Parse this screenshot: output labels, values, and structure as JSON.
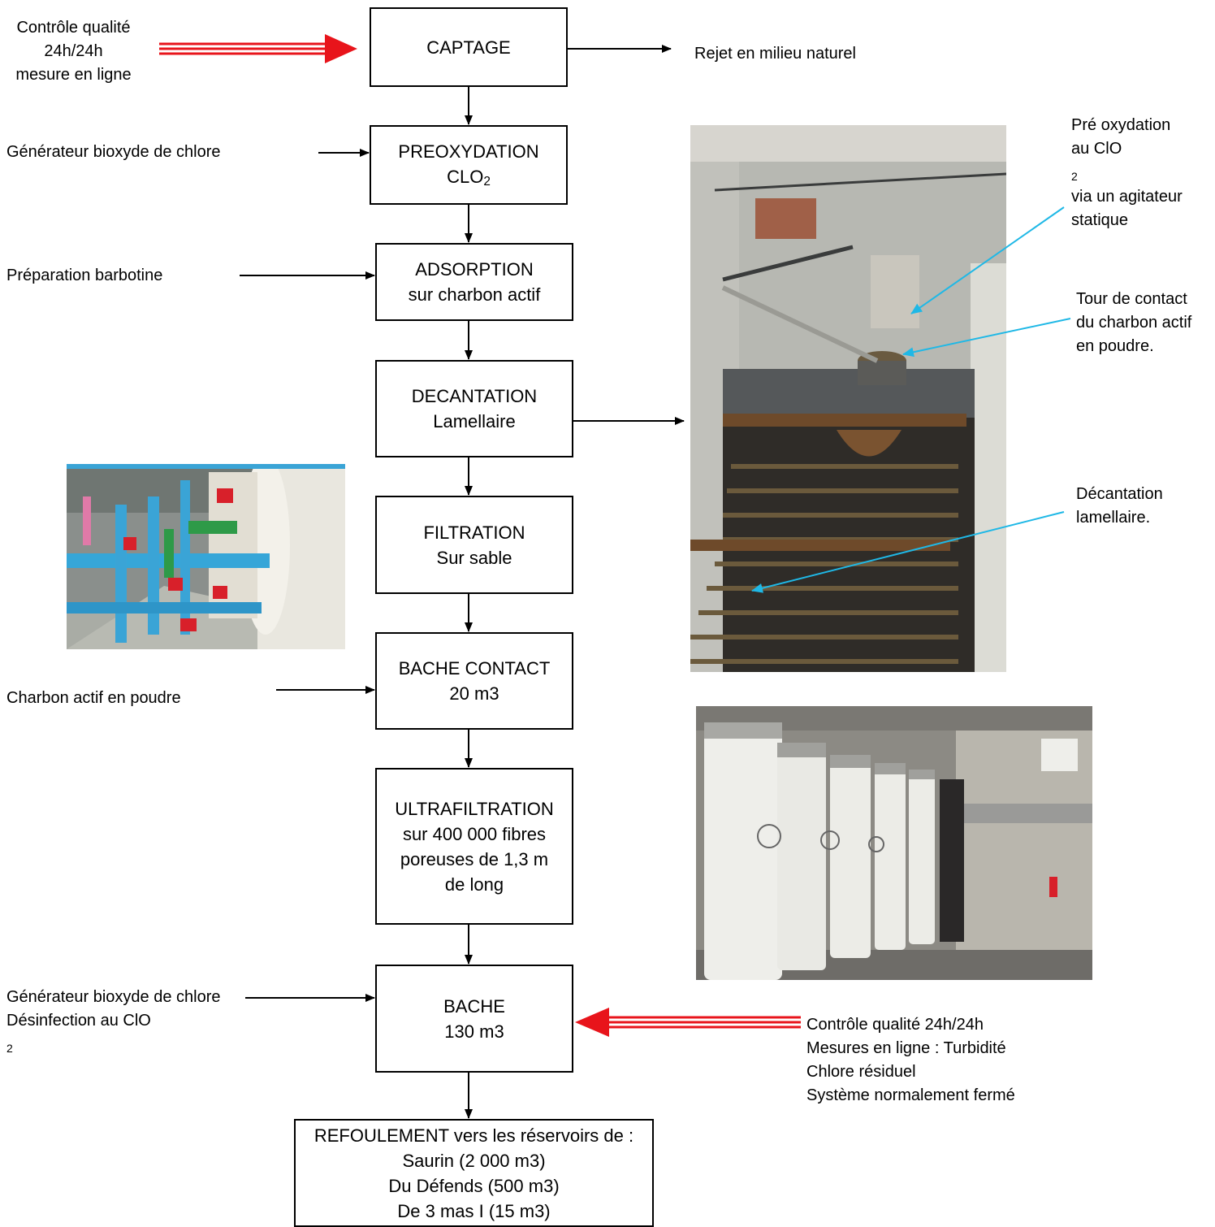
{
  "flow_boxes": {
    "captage": {
      "lines": [
        "CAPTAGE"
      ]
    },
    "preoxydation": {
      "line1": "PREOXYDATION",
      "chem": "CLO",
      "sub": "2"
    },
    "adsorption": {
      "lines": [
        "ADSORPTION",
        "sur charbon actif"
      ]
    },
    "decantation": {
      "lines": [
        "DECANTATION",
        "Lamellaire"
      ]
    },
    "filtration": {
      "lines": [
        "FILTRATION",
        "Sur sable"
      ]
    },
    "bache_contact": {
      "lines": [
        "BACHE CONTACT",
        "20 m3"
      ]
    },
    "ultrafiltration": {
      "lines": [
        "ULTRAFILTRATION",
        "sur 400 000 fibres",
        "poreuses de 1,3 m",
        "de long"
      ]
    },
    "bache": {
      "lines": [
        "BACHE",
        "130 m3"
      ]
    },
    "refoulement": {
      "lines": [
        "REFOULEMENT vers les réservoirs de :",
        "Saurin (2 000 m3)",
        "Du Défends (500 m3)",
        "De 3 mas I (15 m3)"
      ]
    }
  },
  "side_labels": {
    "controle_top": [
      "Contrôle qualité",
      "24h/24h",
      "mesure en ligne"
    ],
    "rejet": "Rejet en milieu naturel",
    "generateur_1": "Générateur bioxyde de chlore",
    "preparation": "Préparation barbotine",
    "charbon": "Charbon actif en poudre",
    "generateur_2": "Générateur bioxyde de chlore",
    "desinfection": {
      "text": "Désinfection au ClO",
      "sub": "2"
    },
    "controle_bottom": [
      "Contrôle qualité 24h/24h",
      "Mesures en ligne : Turbidité",
      "Chlore résiduel",
      "Système normalement fermé"
    ]
  },
  "annotations": {
    "pre_oxydation": {
      "l1": "Pré oxydation",
      "l2": "au ClO",
      "l2_sub": "2",
      "l3": "via un agitateur",
      "l4": "statique"
    },
    "tour_contact": [
      "Tour de contact",
      "du charbon actif",
      "en poudre."
    ],
    "decantation_lamellaire": [
      "Décantation",
      "lamellaire."
    ]
  },
  "colors": {
    "quality_arrow": "#e8141b",
    "annotation_arrow": "#1fb8e6"
  },
  "photos": [
    "pipework-photo",
    "decanter-photo",
    "ultrafiltration-modules-photo"
  ]
}
